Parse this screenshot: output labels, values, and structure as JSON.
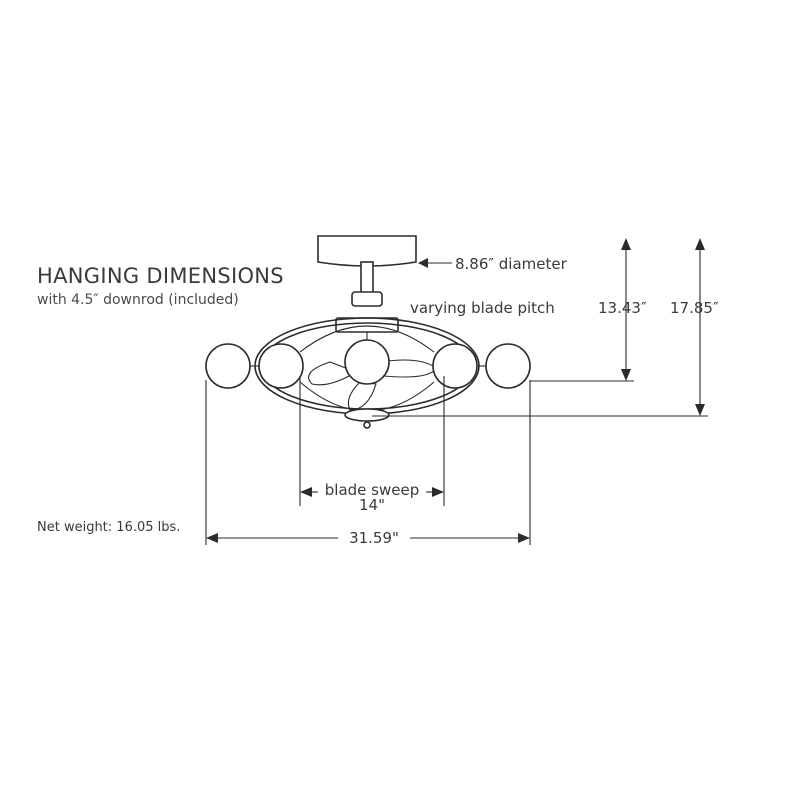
{
  "title": "HANGING DIMENSIONS",
  "subtitle": "with 4.5″ downrod (included)",
  "net_weight": "Net weight: 16.05 lbs.",
  "labels": {
    "diameter": "8.86″ diameter",
    "blade_pitch": "varying blade pitch",
    "height_short": "13.43″",
    "height_long": "17.85″",
    "blade_sweep": "blade sweep",
    "blade_sweep_value": "14\"",
    "overall_width": "31.59\""
  }
}
